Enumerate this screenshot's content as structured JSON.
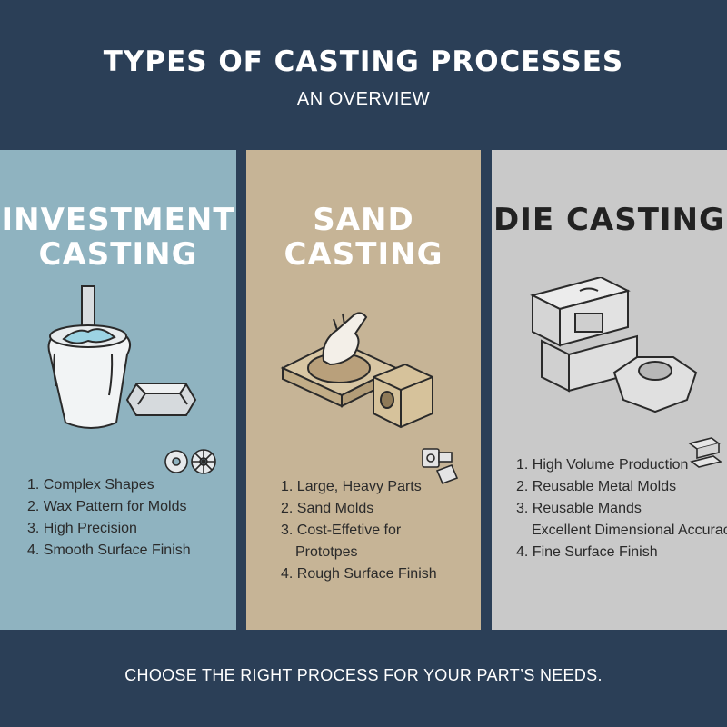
{
  "header": {
    "title": "TYPES OF CASTING PROCESSES",
    "subtitle": "AN OVERVIEW"
  },
  "panels": [
    {
      "title_line1": "INVESTMENT",
      "title_line2": "CASTING",
      "items": [
        "1. Complex Shapes",
        "2. Wax Pattern for Molds",
        "3. High Precision",
        "4. Smooth Surface Finish"
      ],
      "icons": [
        "pouring-crucible-icon",
        "cast-part-icon",
        "gears-icon"
      ],
      "color": "#8fb3c0"
    },
    {
      "title_line1": "SAND",
      "title_line2": "CASTING",
      "items": [
        "1. Large, Heavy Parts",
        "2. Sand Molds",
        "3. Cost-Effetive for",
        "Prototpes",
        "4. Rough Surface Finish"
      ],
      "icons": [
        "hand-sand-mold-icon",
        "sand-block-icon",
        "machine-parts-icon"
      ],
      "color": "#c6b496"
    },
    {
      "title": "DIE CASTING",
      "items": [
        "1. High Volume Production",
        "2. Reusable Metal Molds",
        "3. Reusable Mands",
        "Excellent Dimensional Accuracy",
        "4. Fine Surface Finish"
      ],
      "icons": [
        "die-mold-icon",
        "hex-nut-icon",
        "small-mold-icon"
      ],
      "color": "#c9c9c9"
    }
  ],
  "footer": {
    "text": "CHOOSE THE RIGHT PROCESS FOR YOUR PART’S NEEDS."
  },
  "colors": {
    "background": "#2b3f57",
    "header_text": "#ffffff",
    "body_text": "#2a2a2a"
  }
}
